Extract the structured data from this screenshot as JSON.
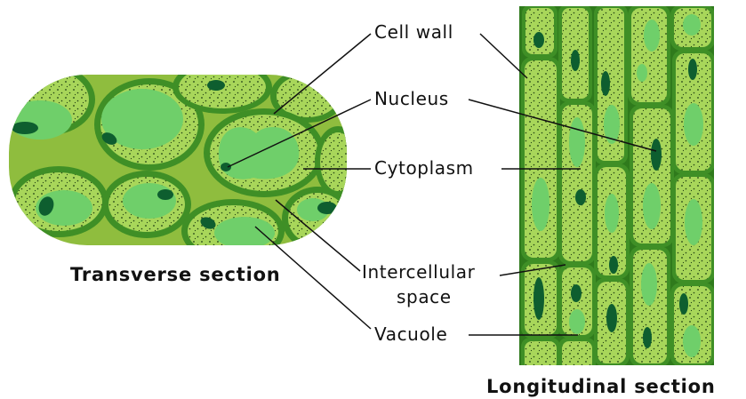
{
  "labels": {
    "cell_wall": "Cell wall",
    "nucleus": "Nucleus",
    "cytoplasm": "Cytoplasm",
    "intercellular_line1": "Intercellular",
    "intercellular_line2": "space",
    "vacuole": "Vacuole"
  },
  "captions": {
    "transverse": "Transverse section",
    "longitudinal": "Longitudinal section"
  },
  "colors": {
    "wall": "#3f8f26",
    "wall_dark": "#2f7a1c",
    "intercellular": "#8fbd3e",
    "cytoplasm": "#a8d65a",
    "vacuole": "#6fcf6a",
    "nucleus": "#0e5e2f",
    "dots": "#1f3f12"
  }
}
